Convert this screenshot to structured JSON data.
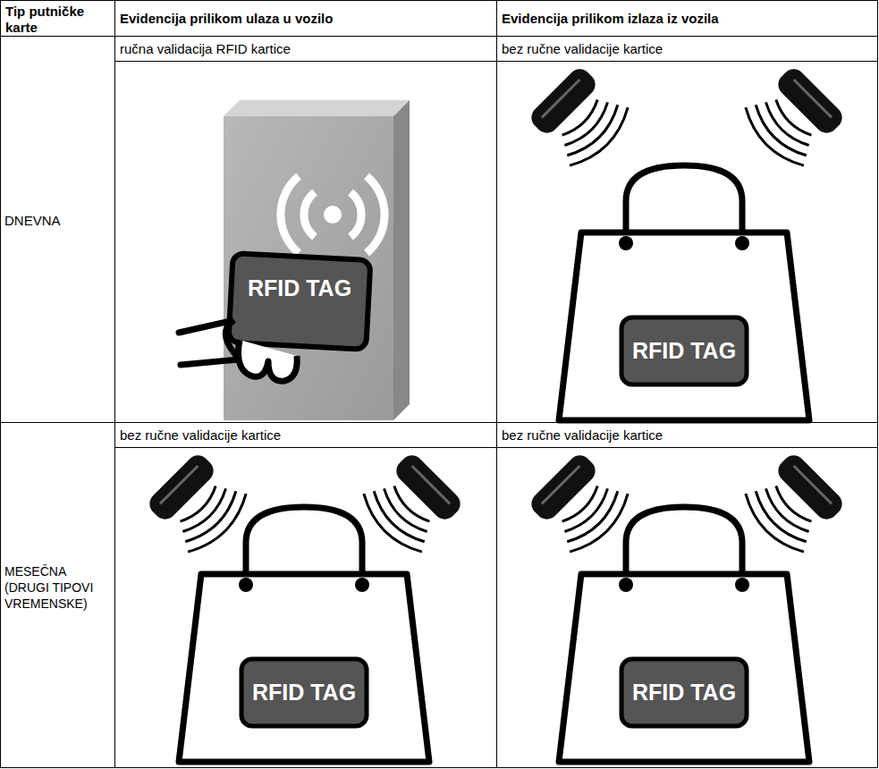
{
  "diagram": {
    "labels": [
      "Tip putničke karte",
      "Evidencija prilikom ulaza u vozilo",
      "Evidencija prilikom izlaza iz vozila",
      "DNEVNA",
      "ručna validacija RFID kartice",
      "bez ručne validacije kartice",
      "RFID TAG",
      "RFID TAG",
      "MESEČNA (DRUGI TIPOVI VREMENSKE)",
      "bez ručne validacije kartice",
      "bez ručne validacije kartice",
      "RFID TAG",
      "RFID TAG"
    ]
  }
}
